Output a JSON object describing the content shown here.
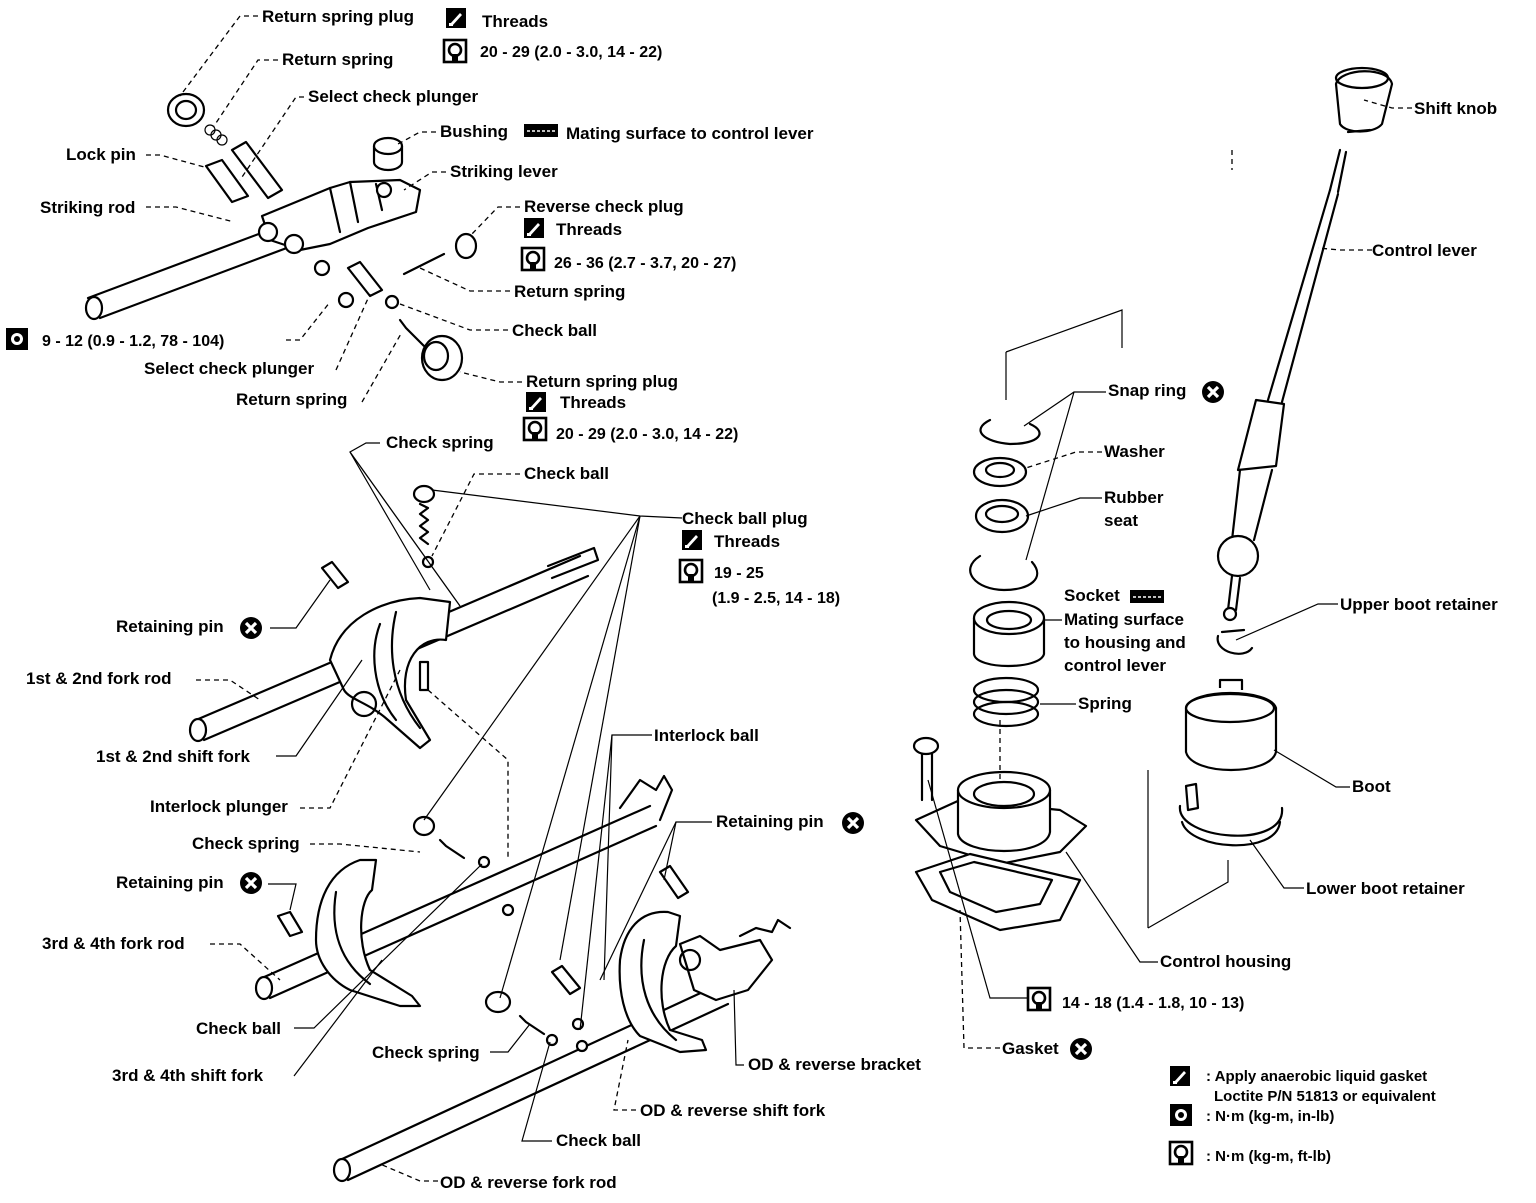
{
  "labels": {
    "return_spring_plug_top": "Return spring plug",
    "threads_1": "Threads",
    "torque_1": "20 - 29 (2.0 - 3.0, 14 - 22)",
    "return_spring_top": "Return spring",
    "select_check_plunger_top": "Select check plunger",
    "lock_pin": "Lock pin",
    "bushing": "Bushing",
    "mating_surface_control_lever": "Mating surface to control lever",
    "striking_lever": "Striking lever",
    "striking_rod": "Striking rod",
    "reverse_check_plug": "Reverse check plug",
    "threads_2": "Threads",
    "torque_2": "26 - 36 (2.7 - 3.7, 20 - 27)",
    "return_spring_mid": "Return spring",
    "check_ball_mid": "Check ball",
    "torque_inlb": "9 - 12 (0.9 - 1.2, 78 - 104)",
    "select_check_plunger_bottom": "Select check plunger",
    "return_spring_bottom": "Return spring",
    "return_spring_plug_bottom": "Return spring plug",
    "threads_3": "Threads",
    "torque_3": "20 - 29 (2.0 - 3.0, 14 - 22)",
    "check_spring_1": "Check spring",
    "check_ball_1": "Check ball",
    "check_ball_plug": "Check ball plug",
    "threads_4": "Threads",
    "torque_4a": "19 - 25",
    "torque_4b": "(1.9 - 2.5, 14 - 18)",
    "retaining_pin_1": "Retaining pin",
    "fork_rod_12": "1st & 2nd fork rod",
    "shift_fork_12": "1st & 2nd shift fork",
    "interlock_plunger": "Interlock plunger",
    "interlock_ball": "Interlock ball",
    "retaining_pin_2": "Retaining pin",
    "check_spring_2": "Check spring",
    "retaining_pin_3": "Retaining pin",
    "fork_rod_34": "3rd & 4th fork rod",
    "check_ball_2": "Check ball",
    "check_spring_3": "Check spring",
    "shift_fork_34": "3rd & 4th shift fork",
    "od_reverse_bracket": "OD & reverse bracket",
    "od_reverse_shift_fork": "OD & reverse shift fork",
    "check_ball_3": "Check ball",
    "od_reverse_fork_rod": "OD & reverse fork rod",
    "shift_knob": "Shift knob",
    "control_lever": "Control lever",
    "snap_ring": "Snap ring",
    "washer": "Washer",
    "rubber_seat_1": "Rubber",
    "rubber_seat_2": "seat",
    "socket": "Socket",
    "socket_mating_1": "Mating surface",
    "socket_mating_2": "to housing and",
    "socket_mating_3": "control lever",
    "spring": "Spring",
    "upper_boot_retainer": "Upper boot retainer",
    "boot": "Boot",
    "lower_boot_retainer": "Lower boot retainer",
    "control_housing": "Control housing",
    "torque_5": "14 - 18 (1.4 - 1.8, 10 - 13)",
    "gasket": "Gasket"
  },
  "legend": {
    "anaerobic_1": ": Apply anaerobic liquid gasket",
    "anaerobic_2": "Loctite P/N 51813 or equivalent",
    "nm_inlb": ": N·m (kg-m, in-lb)",
    "nm_ftlb": ": N·m (kg-m, ft-lb)"
  },
  "icons": [
    "threads-gasket-icon",
    "torque-ftlb-icon",
    "torque-inlb-icon",
    "grease-icon",
    "replace-x-icon"
  ]
}
